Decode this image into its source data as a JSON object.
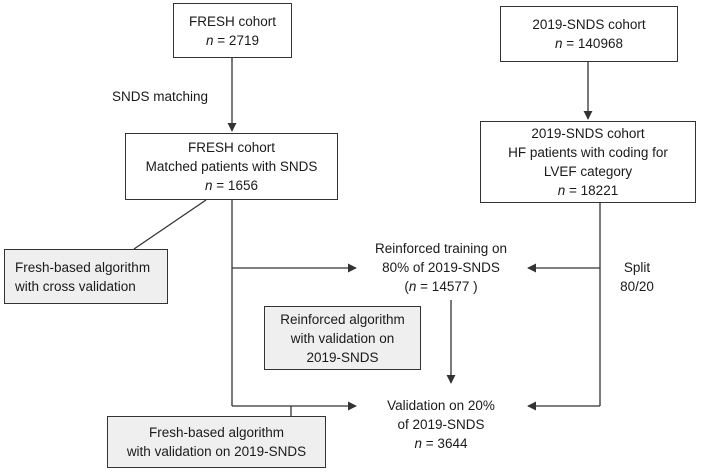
{
  "nodes": {
    "fresh_cohort": {
      "line1": "FRESH cohort",
      "n_label": "n",
      "n_value": " = 2719"
    },
    "snds_cohort": {
      "line1": "2019-SNDS cohort",
      "n_label": "n",
      "n_value": " = 140968"
    },
    "fresh_matched": {
      "line1": "FRESH cohort",
      "line2": "Matched patients with SNDS",
      "n_label": "n",
      "n_value": " = 1656"
    },
    "snds_hf": {
      "line1": "2019-SNDS cohort",
      "line2": "HF patients with coding for",
      "line3": "LVEF category",
      "n_label": "n",
      "n_value": " = 18221"
    },
    "fresh_cv": {
      "line1": "Fresh-based algorithm",
      "line2": "with cross validation"
    },
    "reinforced_training": {
      "line1": "Reinforced training on",
      "line2": "80% of 2019-SNDS",
      "paren_open": "(",
      "n_label": "n",
      "n_value": " = 14577 )"
    },
    "reinforced_algo": {
      "line1": "Reinforced algorithm",
      "line2": "with validation on",
      "line3": "2019-SNDS"
    },
    "validation": {
      "line1": "Validation on 20%",
      "line2": "of 2019-SNDS",
      "n_label": "n",
      "n_value": " = 3644"
    },
    "fresh_val": {
      "line1": "Fresh-based algorithm",
      "line2": "with validation on 2019-SNDS"
    }
  },
  "edge_labels": {
    "snds_matching": "SNDS matching",
    "split_line1": "Split",
    "split_line2": "80/20"
  }
}
